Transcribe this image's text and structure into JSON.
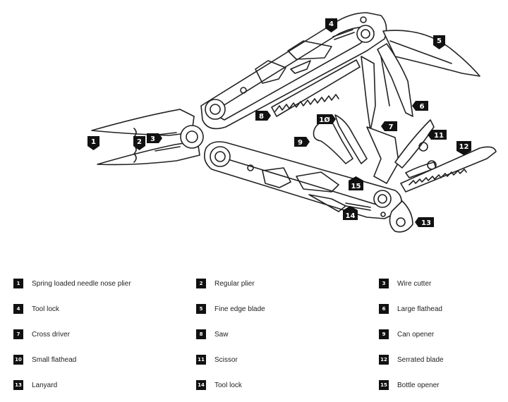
{
  "callouts": [
    {
      "num": "1",
      "label": "Spring loaded needle nose plier"
    },
    {
      "num": "2",
      "label": "Regular plier"
    },
    {
      "num": "3",
      "label": "Wire cutter"
    },
    {
      "num": "4",
      "label": "Tool lock"
    },
    {
      "num": "5",
      "label": "Fine edge blade"
    },
    {
      "num": "6",
      "label": "Large flathead"
    },
    {
      "num": "7",
      "label": "Cross driver"
    },
    {
      "num": "8",
      "label": "Saw"
    },
    {
      "num": "9",
      "label": "Can opener"
    },
    {
      "num": "10",
      "label": "Small flathead"
    },
    {
      "num": "11",
      "label": "Scissor"
    },
    {
      "num": "12",
      "label": "Serrated blade"
    },
    {
      "num": "13",
      "label": "Lanyard"
    },
    {
      "num": "14",
      "label": "Tool lock"
    },
    {
      "num": "15",
      "label": "Bottle opener"
    }
  ],
  "diagram_callout_texts": [
    "1",
    "2",
    "3",
    "4",
    "5",
    "6",
    "7",
    "8",
    "1Ø",
    "9",
    "11",
    "12",
    "15",
    "14",
    "13"
  ],
  "colors": {
    "ink": "#111111",
    "line": "#222222",
    "background": "#ffffff"
  }
}
